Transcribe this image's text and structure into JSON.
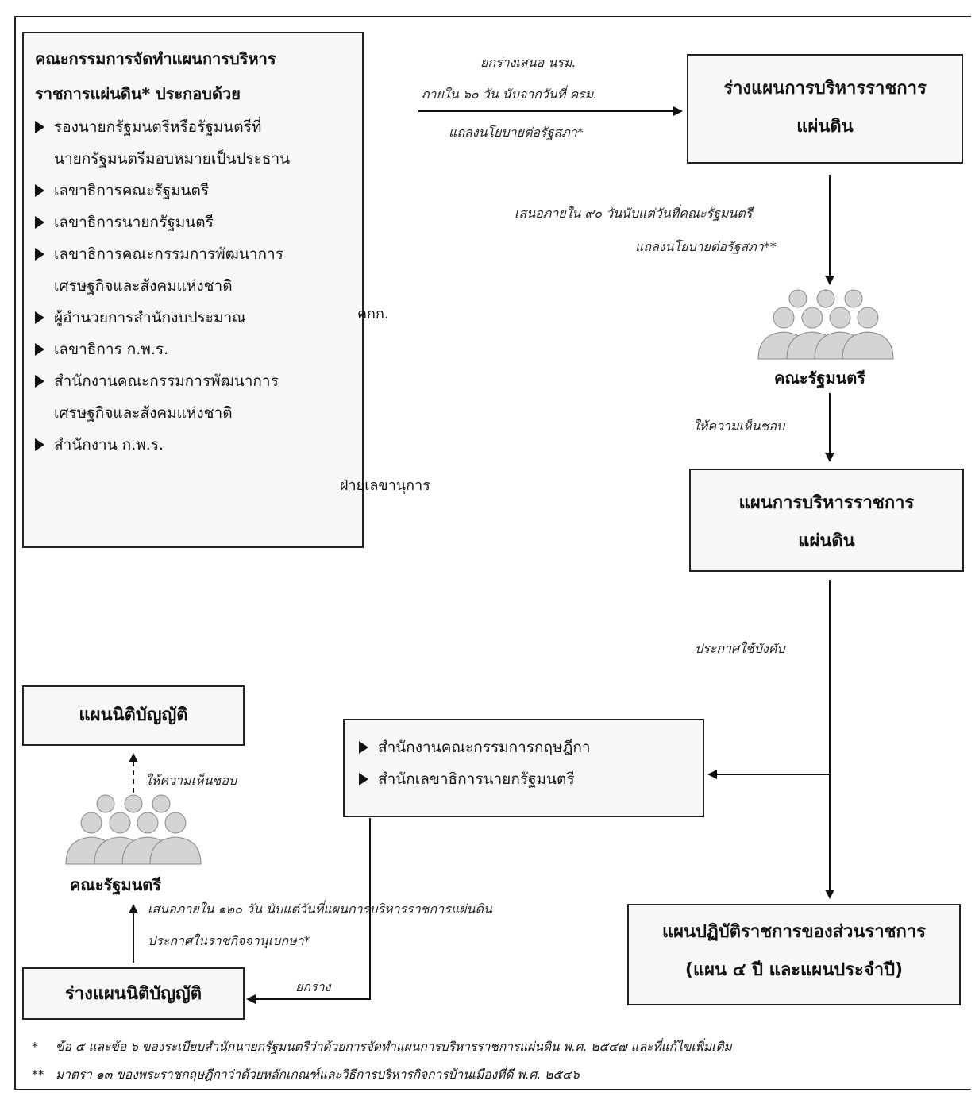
{
  "committee": {
    "title_line1": "คณะกรรมการจัดทำแผนการบริหาร",
    "title_line2": "ราชการแผ่นดิน* ประกอบด้วย",
    "items": [
      {
        "line1": "รองนายกรัฐมนตรีหรือรัฐมนตรีที่",
        "line2": "นายกรัฐมนตรีมอบหมายเป็นประธาน"
      },
      {
        "line1": "เลขาธิการคณะรัฐมนตรี"
      },
      {
        "line1": "เลขาธิการนายกรัฐมนตรี"
      },
      {
        "line1": "เลขาธิการคณะกรรมการพัฒนาการ",
        "line2": "เศรษฐกิจและสังคมแห่งชาติ"
      },
      {
        "line1": "ผู้อำนวยการสำนักงบประมาณ"
      },
      {
        "line1": "เลขาธิการ ก.พ.ร."
      },
      {
        "line1": "สำนักงานคณะกรรมการพัฒนาการ",
        "line2": "เศรษฐกิจและสังคมแห่งชาติ"
      },
      {
        "line1": "สำนักงาน ก.พ.ร."
      }
    ],
    "brace1_label": "คกก.",
    "brace2_label": "ฝ่ายเลขานุการ"
  },
  "arrow_top": {
    "line1": "ยกร่างเสนอ นรม.",
    "line2": "ภายใน ๖๐ วัน นับจากวันที่ ครม.",
    "line3": "แถลงนโยบายต่อรัฐสภา*"
  },
  "draft_plan": {
    "line1": "ร่างแผนการบริหารราชการ",
    "line2": "แผ่นดิน"
  },
  "arrow_90": {
    "line1": "เสนอภายใน ๙๐ วันนับแต่วันที่คณะรัฐมนตรี",
    "line2": "แถลงนโยบายต่อรัฐสภา**"
  },
  "cabinet_right": {
    "label": "คณะรัฐมนตรี"
  },
  "approve_right": "ให้ความเห็นชอบ",
  "final_plan": {
    "line1": "แผนการบริหารราชการ",
    "line2": "แผ่นดิน"
  },
  "announce": "ประกาศใช้บังคับ",
  "offices": {
    "items": [
      "สำนักงานคณะกรรมการกฤษฎีกา",
      "สำนักเลขาธิการนายกรัฐมนตรี"
    ]
  },
  "agency_plan": {
    "line1": "แผนปฏิบัติราชการของส่วนราชการ",
    "line2": "(แผน ๔ ปี และแผนประจำปี)"
  },
  "legislative_plan": {
    "label": "แผนนิติบัญญัติ"
  },
  "approve_left": "ให้ความเห็นชอบ",
  "cabinet_left": {
    "label": "คณะรัฐมนตรี"
  },
  "arrow_120": {
    "line1": "เสนอภายใน ๑๒๐ วัน นับแต่วันที่แผนการบริหารราชการแผ่นดิน",
    "line2": "ประกาศในราชกิจจานุเบกษา*"
  },
  "draft_legislative": {
    "label": "ร่างแผนนิติบัญญัติ"
  },
  "draft_label": "ยกร่าง",
  "footnotes": [
    {
      "mark": "*",
      "text": "ข้อ ๕ และข้อ ๖ ของระเบียบสำนักนายกรัฐมนตรีว่าด้วยการจัดทำแผนการบริหารราชการแผ่นดิน พ.ศ. ๒๕๔๗ และที่แก้ไขเพิ่มเติม"
    },
    {
      "mark": "**",
      "text": "มาตรา ๑๓ ของพระราชกฤษฎีกาว่าด้วยหลักเกณฑ์และวิธีการบริหารกิจการบ้านเมืองที่ดี พ.ศ. ๒๕๔๖"
    }
  ]
}
